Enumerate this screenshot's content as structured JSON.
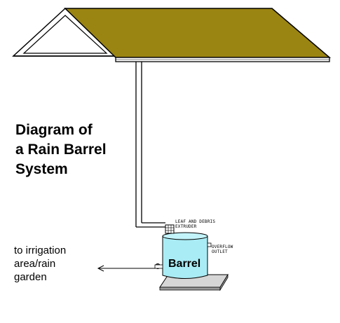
{
  "diagram": {
    "title_lines": [
      "Diagram of",
      "a Rain Barrel",
      "System"
    ],
    "labels": {
      "extruder_line1": "LEAF AND DEBRIS",
      "extruder_line2": "EXTRUDER",
      "overflow_line1": "OVERFLOW",
      "overflow_line2": "OUTLET",
      "barrel": "Barrel",
      "destination_lines": [
        "to irrigation",
        "area/rain",
        "garden"
      ]
    },
    "colors": {
      "roof": "#9b8512",
      "barrel": "#a9ecf5",
      "barrel_top": "#c3f4fb",
      "base": "#d6d6d6",
      "base_shadow": "#9a9a9a",
      "line": "#000000"
    }
  }
}
